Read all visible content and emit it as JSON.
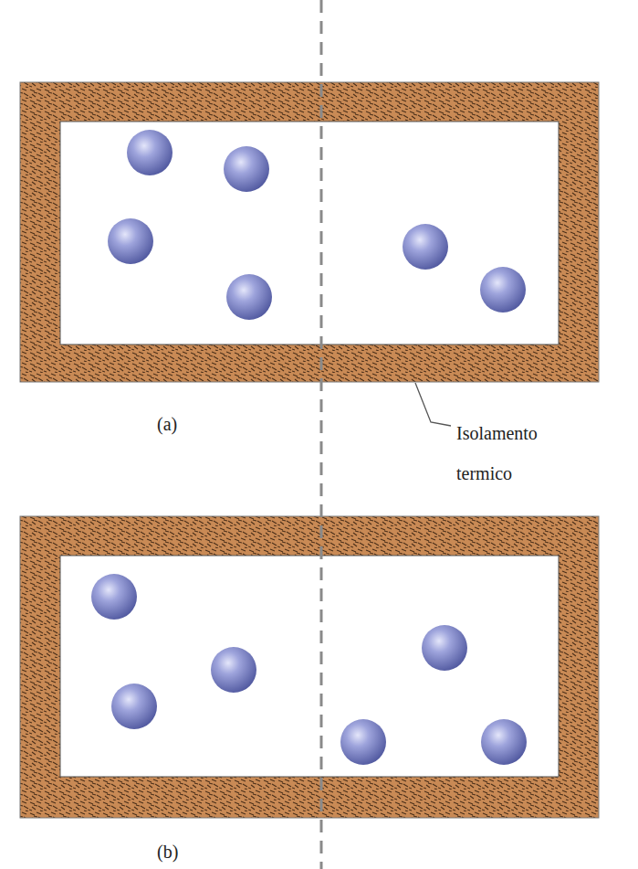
{
  "diagram": {
    "labels": [
      "(a)",
      "Isolamento termico",
      "(b)"
    ]
  }
}
